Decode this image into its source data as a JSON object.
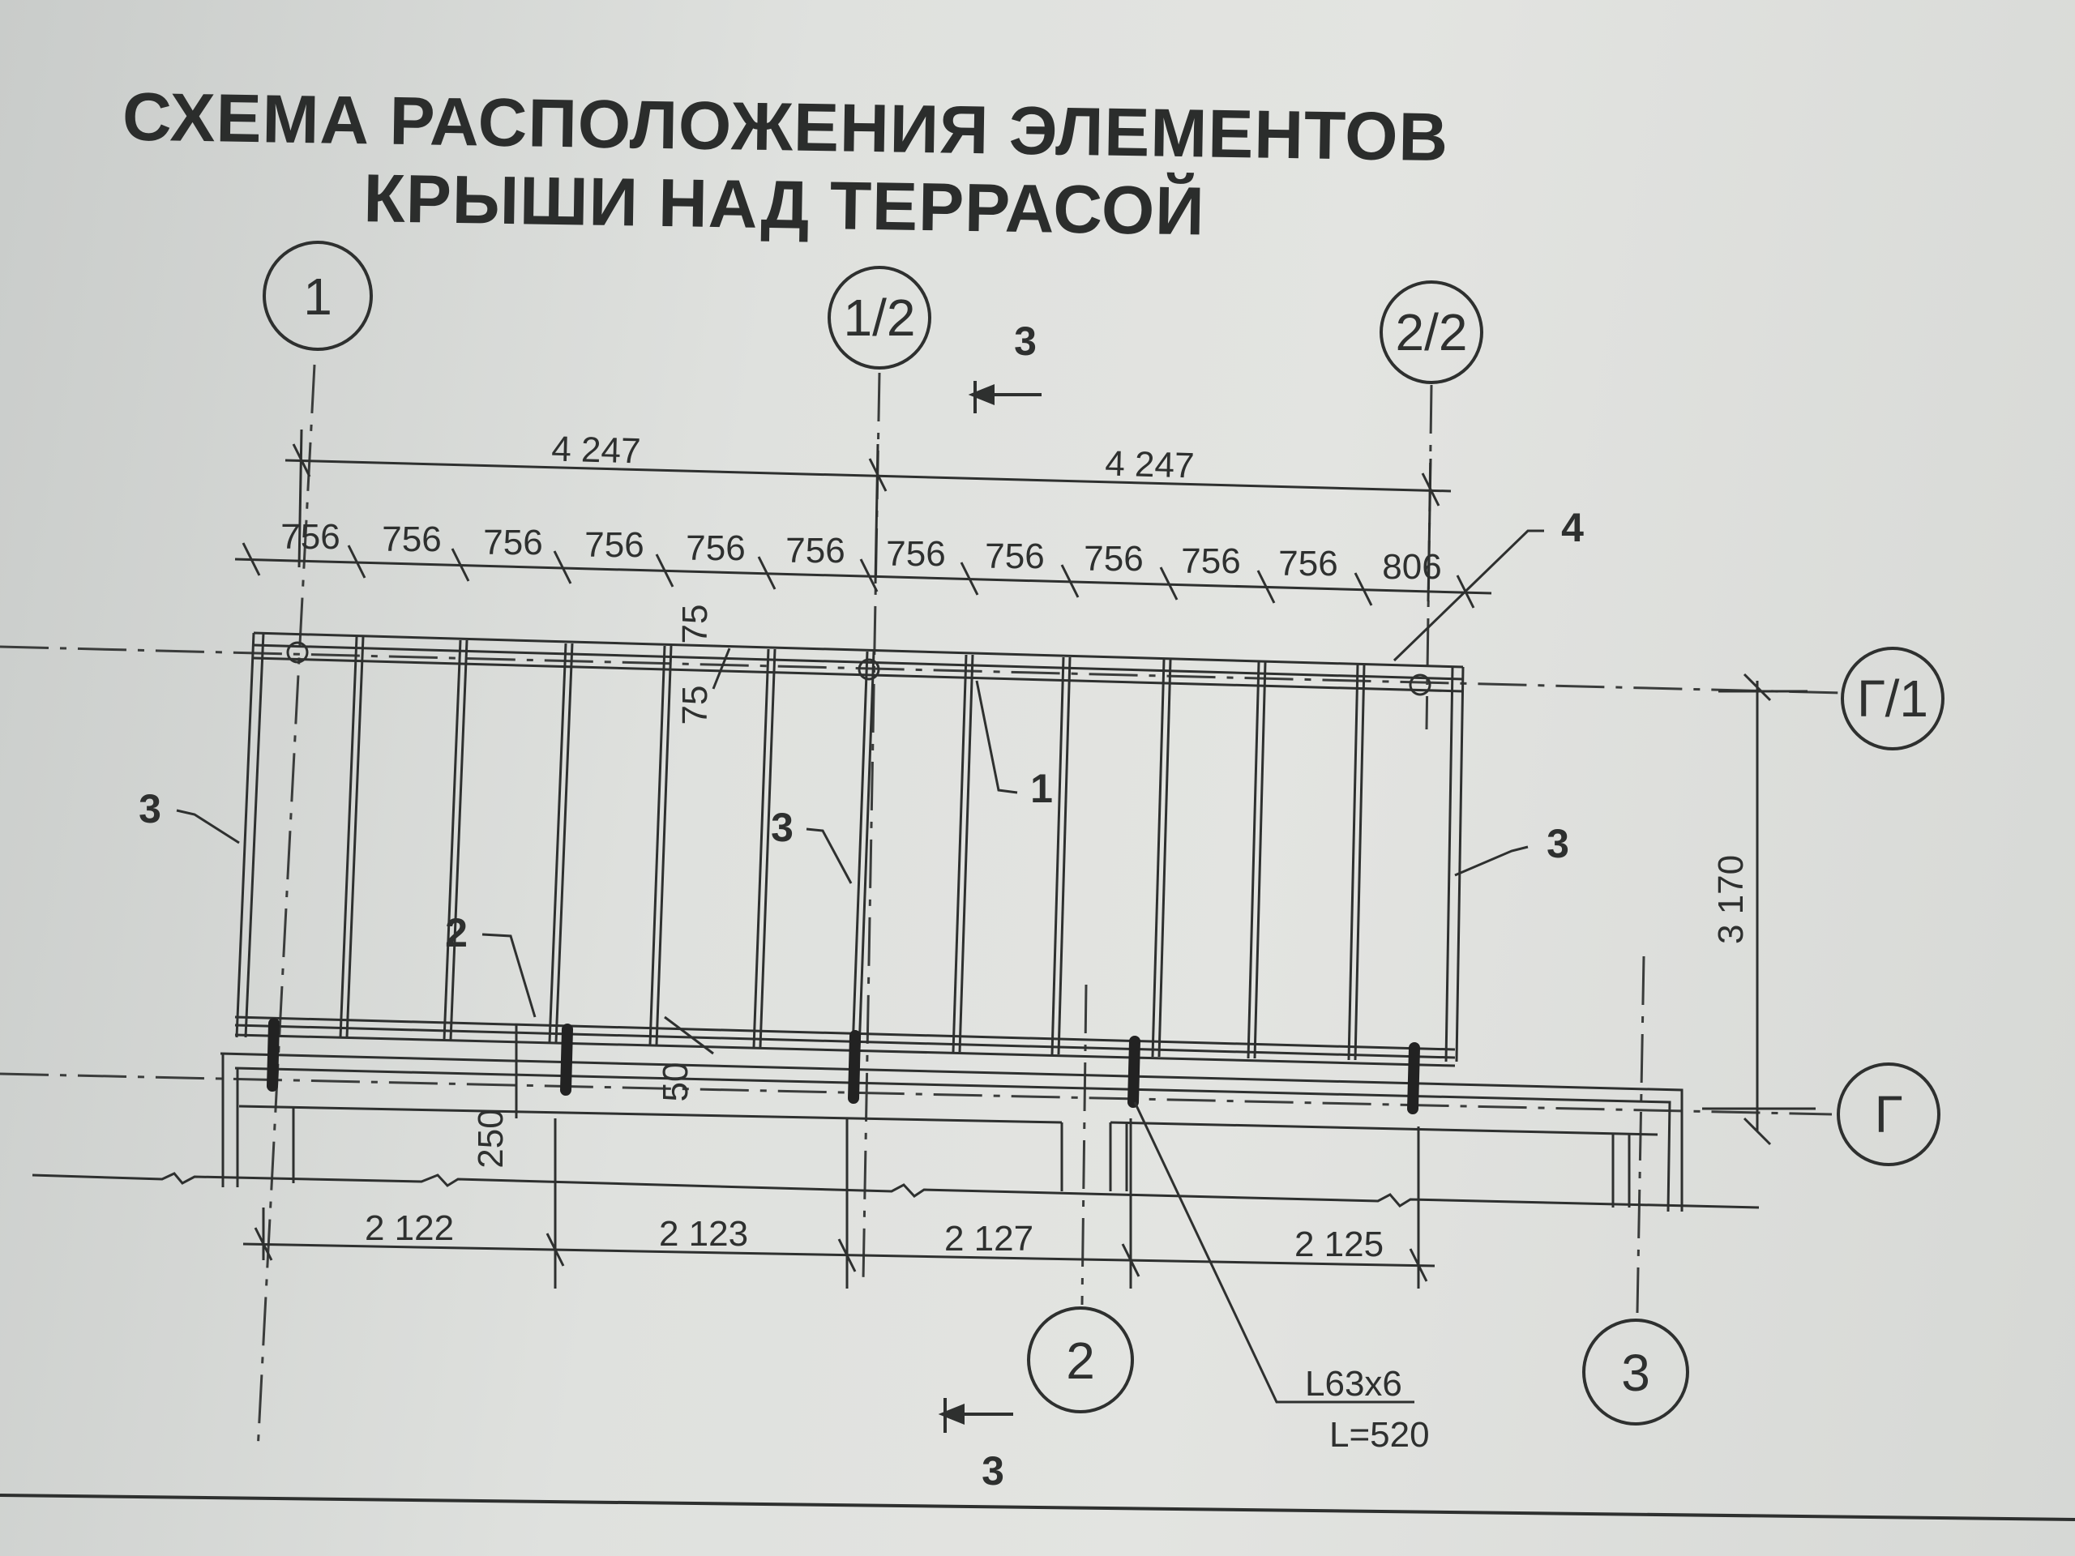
{
  "title": {
    "line1": "СХЕМА РАСПОЛОЖЕНИЯ ЭЛЕМЕНТОВ",
    "line2": "КРЫШИ НАД ТЕРРАСОЙ"
  },
  "axes": {
    "a1": "1",
    "a1_2": "1/2",
    "a2_2": "2/2",
    "ag1": "Г/1",
    "ag": "Г",
    "a2": "2",
    "a3": "3"
  },
  "section_mark": {
    "top": "3",
    "bottom": "3"
  },
  "dimensions": {
    "top_spans": [
      "4 247",
      "4 247"
    ],
    "rafter_spacing": [
      "756",
      "756",
      "756",
      "756",
      "756",
      "756",
      "756",
      "756",
      "756",
      "756",
      "756",
      "806"
    ],
    "edge_75a": "75",
    "edge_75b": "75",
    "bottom_spans": [
      "2 122",
      "2 123",
      "2 127",
      "2 125"
    ],
    "height": "3 170",
    "offset_50": "50",
    "offset_250": "250"
  },
  "leaders": {
    "l1": "1",
    "l2": "2",
    "l3_left": "3",
    "l3_mid": "3",
    "l3_right": "3",
    "l4": "4"
  },
  "note": {
    "profile": "L63x6",
    "length": "L=520"
  },
  "colors": {
    "ink": "#2e302f",
    "paper": "#e0e2df"
  }
}
